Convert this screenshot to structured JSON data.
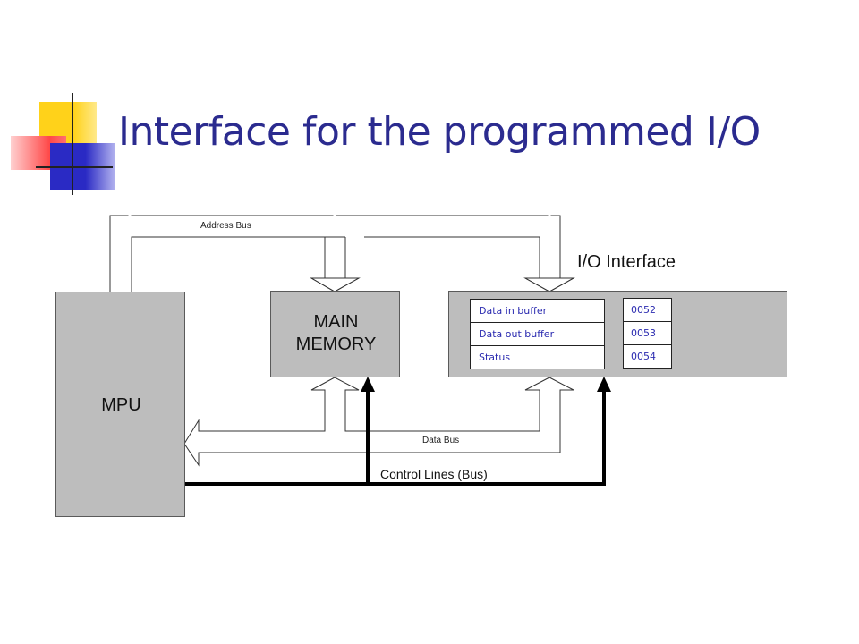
{
  "slide": {
    "title": "Interface for the programmed I/O"
  },
  "diagram": {
    "mpu_label": "MPU",
    "main_memory_label_line1": "MAIN",
    "main_memory_label_line2": "MEMORY",
    "io_interface_label": "I/O Interface",
    "registers": [
      {
        "name": "Data in buffer",
        "address": "0052"
      },
      {
        "name": "Data out buffer",
        "address": "0053"
      },
      {
        "name": "Status",
        "address": "0054"
      }
    ],
    "address_bus_label": "Address Bus",
    "data_bus_label": "Data Bus",
    "control_bus_label": "Control Lines (Bus)"
  },
  "colors": {
    "title": "#2b2b8f",
    "box_fill": "#bdbdbd",
    "register_text": "#2b2bb0",
    "deco_yellow": "#ffd21a",
    "deco_red": "#ff4040",
    "deco_blue": "#3030c8"
  }
}
